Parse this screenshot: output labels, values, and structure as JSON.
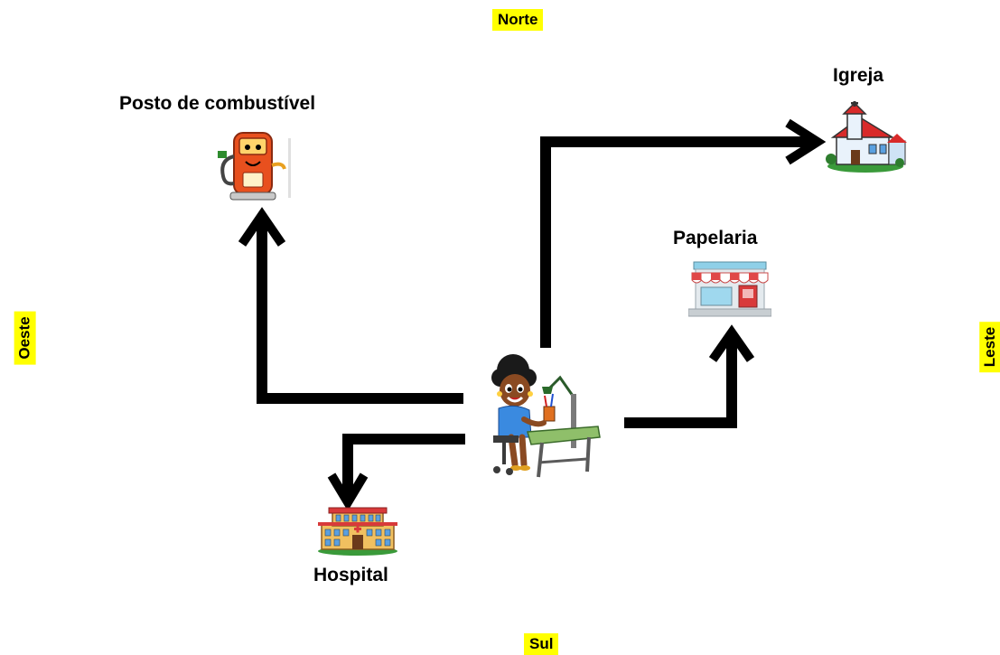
{
  "compass": {
    "north": "Norte",
    "south": "Sul",
    "west": "Oeste",
    "east": "Leste",
    "highlight_color": "#ffff00"
  },
  "places": {
    "gas_station": {
      "label": "Posto de combustível",
      "icon": "gas-pump-icon"
    },
    "church": {
      "label": "Igreja",
      "icon": "church-icon"
    },
    "stationery": {
      "label": "Papelaria",
      "icon": "shop-icon"
    },
    "hospital": {
      "label": "Hospital",
      "icon": "hospital-icon"
    }
  },
  "center": {
    "icon": "girl-at-desk-icon"
  },
  "colors": {
    "arrow": "#000000",
    "arrow_fill": "#ffffff"
  }
}
